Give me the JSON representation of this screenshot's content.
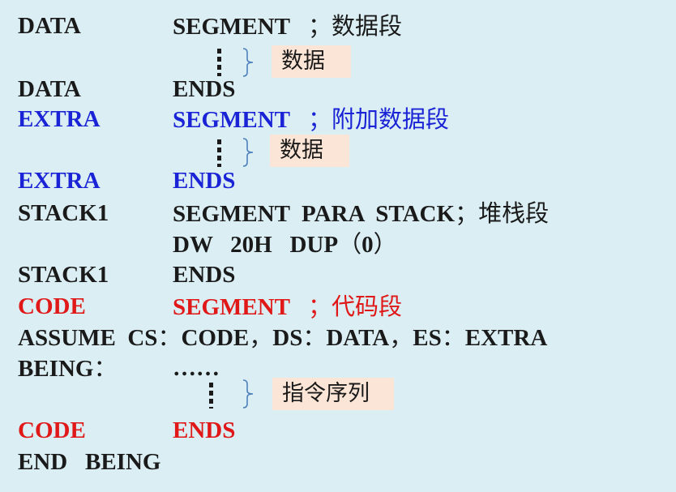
{
  "colors": {
    "background": "#daeef3",
    "default_text": "#1a1a1a",
    "extra_segment": "#1a24d6",
    "code_segment": "#e01818",
    "note_box": "#fbe5d6"
  },
  "lines": [
    {
      "label": "DATA",
      "op": "SEGMENT",
      "sep": "；",
      "comment": "数据段"
    },
    {
      "label": "DATA",
      "op": "ENDS"
    },
    {
      "label": "EXTRA",
      "op": "SEGMENT",
      "sep": "；",
      "comment": "附加数据段"
    },
    {
      "label": "EXTRA",
      "op": "ENDS"
    },
    {
      "label": "STACK1",
      "op": "SEGMENT  PARA  STACK",
      "sep": "；",
      "comment": "堆栈段"
    },
    {
      "op": "DW   20H   DUP",
      "paren_open": "（",
      "paren_value": "0",
      "paren_close": "）"
    },
    {
      "label": "STACK1",
      "op": "ENDS"
    },
    {
      "label": "CODE",
      "op": "SEGMENT",
      "sep": "；",
      "comment": "代码段"
    },
    {
      "text": "ASSUME  CS",
      "c1": "：",
      "t2": "CODE",
      "s2": "，",
      "t3": "DS",
      "c3": "：",
      "t4": "DATA",
      "s4": "，",
      "t5": "ES",
      "c5": "：",
      "t6": "EXTRA"
    },
    {
      "label": "BEING",
      "colon": "：",
      "op": "……"
    },
    {
      "label": "CODE",
      "op": "ENDS"
    },
    {
      "text": "END   BEING"
    }
  ],
  "notes": {
    "data_note": "数据",
    "extra_note": "数据",
    "code_note": "指令序列"
  }
}
